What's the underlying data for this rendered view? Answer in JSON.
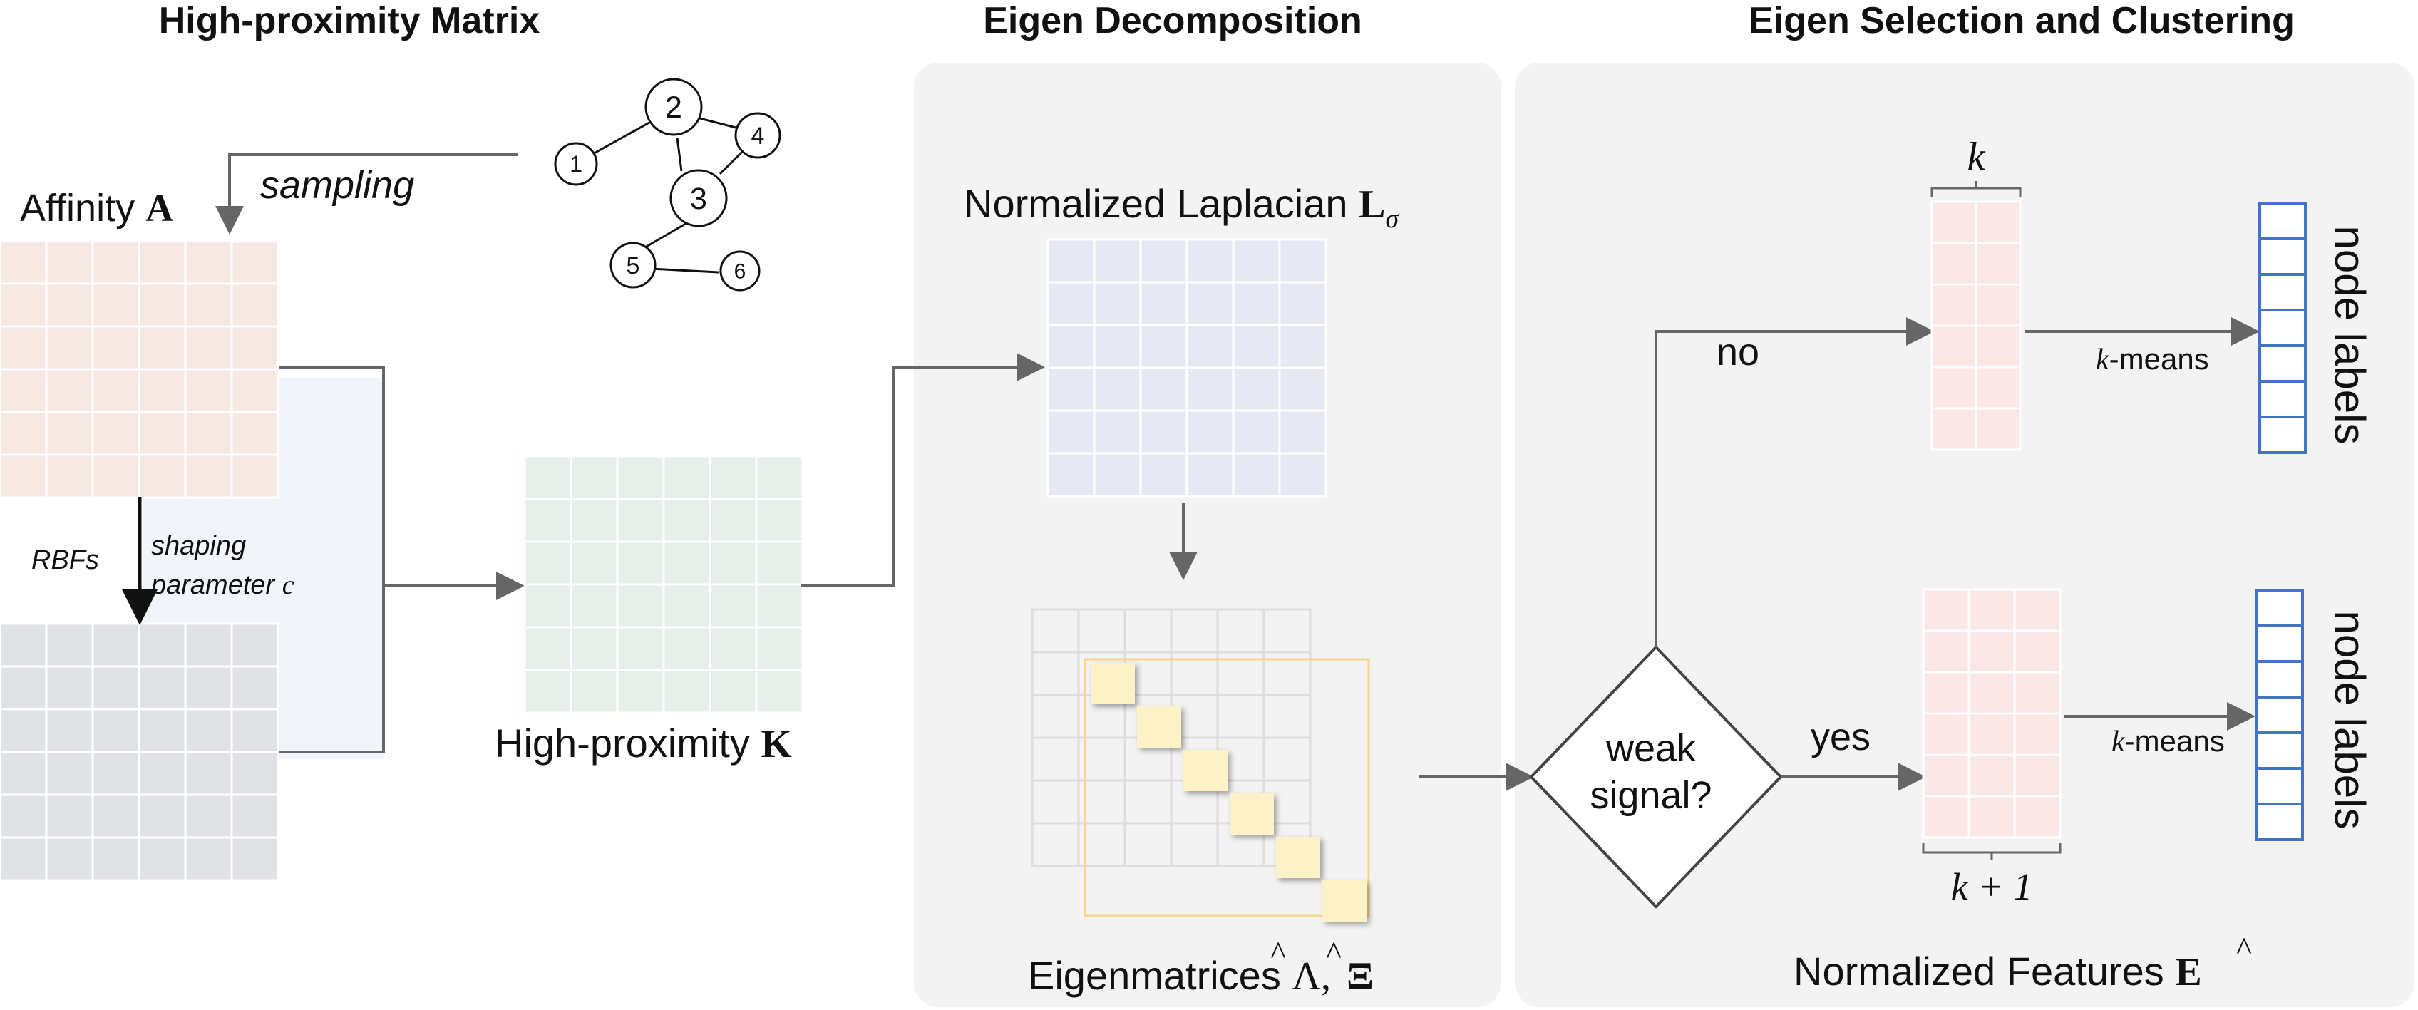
{
  "sections": {
    "matrix_title": "High-proximity Matrix",
    "decomp_title": "Eigen Decomposition",
    "cluster_title": "Eigen Selection and Clustering"
  },
  "graph": {
    "nodes": [
      "1",
      "2",
      "3",
      "4",
      "5",
      "6"
    ],
    "edges": [
      [
        "1",
        "2"
      ],
      [
        "2",
        "4"
      ],
      [
        "2",
        "3"
      ],
      [
        "3",
        "4"
      ],
      [
        "3",
        "5"
      ],
      [
        "5",
        "6"
      ]
    ]
  },
  "labels": {
    "sampling": "sampling",
    "affinity_prefix": "Affinity ",
    "affinity_symbol": "A",
    "rbfs": "RBFs",
    "shaping_line1": "shaping",
    "shaping_line2": "parameter ",
    "shaping_symbol": "c",
    "highprox_prefix": "High-proximity ",
    "highprox_symbol": "K",
    "laplacian_prefix": "Normalized Laplacian ",
    "laplacian_symbol": "L",
    "laplacian_sub": "σ",
    "eigen_prefix": "Eigenmatrices ",
    "eigen_symbol1": "Λ",
    "eigen_sep": ",",
    "eigen_symbol2": "Ξ",
    "hat": "^",
    "decision_line1": "weak",
    "decision_line2": "signal?",
    "no": "no",
    "yes": "yes",
    "k_top": "k",
    "k_bottom": "k + 1",
    "kmeans_k": "k",
    "kmeans_rest": "-means",
    "node_labels": "node labels",
    "features_prefix": "Normalized Features ",
    "features_symbol": "E"
  },
  "colors": {
    "affinity": "#f6e9e1",
    "rbf": "#e1e2e6",
    "blue_shade": "#f1f5fb",
    "highprox": "#e6efea",
    "laplacian": "#e6e9f4",
    "eigen_grid": "#f0f0f0",
    "eigen_diag": "#fdf1c8",
    "feature": "#fbe7e5",
    "panel": "#f3f3f3",
    "arrow": "#666666",
    "label_box": "#4472c4"
  }
}
